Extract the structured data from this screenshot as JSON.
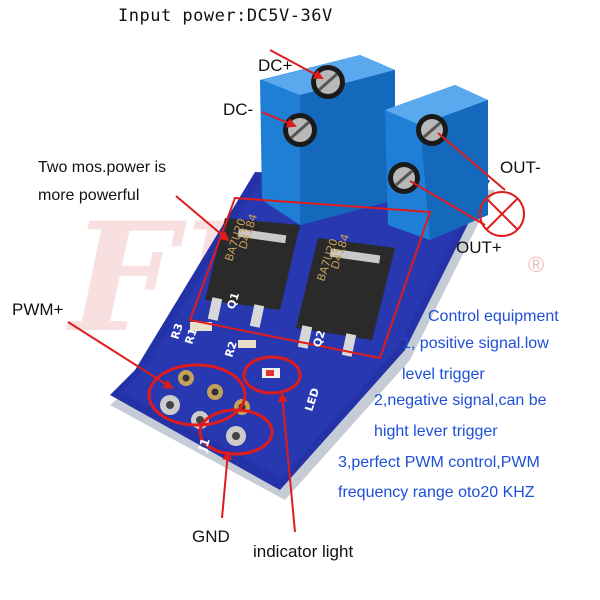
{
  "title": "Input power:DC5V-36V",
  "labels": {
    "dc_plus": "DC+",
    "dc_minus": "DC-",
    "out_minus": "OUT-",
    "out_plus": "OUT+",
    "pwm_plus": "PWM+",
    "gnd": "GND",
    "indicator": "indicator light"
  },
  "mos_note": [
    "Two mos.power is",
    "more powerful"
  ],
  "control": [
    "Control equipment",
    "1, positive signal.low",
    "level trigger",
    "2,negative signal,can be",
    "hight lever trigger",
    "3,perfect PWM control,PWM",
    "frequency range oto20 KHZ"
  ],
  "pcb": {
    "chip_code_1": "D4184",
    "chip_code_2": "BA7U20",
    "q1": "Q1",
    "q2": "Q2",
    "r3": "R3",
    "r1": "R1",
    "r2": "R2",
    "led": "LED",
    "j1": "J1",
    "registered": "®"
  },
  "colors": {
    "pcb": "#2432a8",
    "terminal": "#1f7fd6",
    "arrow": "#e01b1b",
    "control_text": "#1d4fd8"
  }
}
